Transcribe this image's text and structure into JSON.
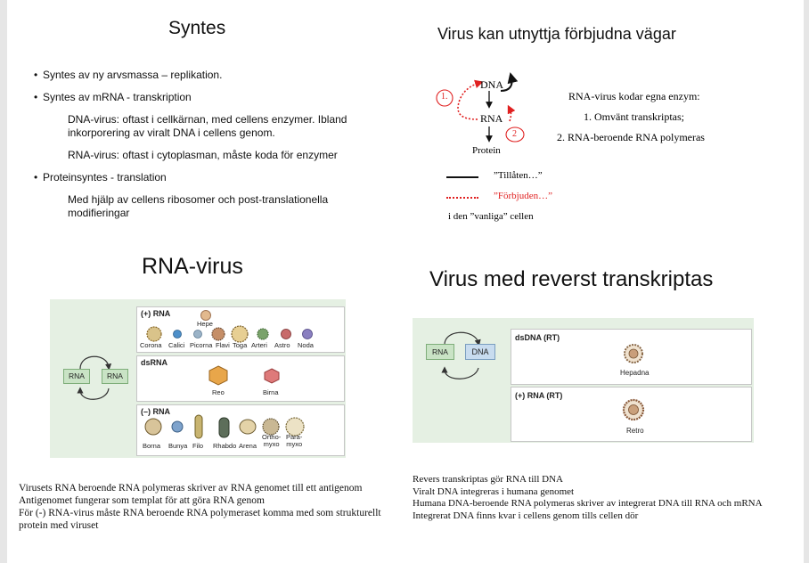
{
  "slide1": {
    "title": "Syntes",
    "bullets": [
      "Syntes av ny arvsmassa – replikation.",
      "Syntes av mRNA - transkription",
      "Proteinsyntes - translation"
    ],
    "sub_dna": "DNA-virus: oftast i cellkärnan, med cellens enzymer. Ibland inkorporering av viralt DNA i cellens genom.",
    "sub_rna": "RNA-virus: oftast i cytoplasman, måste koda för enzymer",
    "sub_translation": "Med hjälp av cellens ribosomer och post-translationella modifieringar"
  },
  "slide2": {
    "title": "Virus kan utnyttja förbjudna vägar",
    "dna": "DNA",
    "rna": "RNA",
    "protein": "Protein",
    "circle1": "1.",
    "circle2": "2",
    "enzyme_heading": "RNA-virus kodar egna enzym:",
    "enzyme1": "1.  Omvänt transkriptas;",
    "enzyme2": "2.   RNA-beroende RNA polymeras",
    "legend_allowed": "”Tillåten…”",
    "legend_forbidden": "”Förbjuden…”",
    "legend_note": "i den ”vanliga” cellen",
    "colors": {
      "forbidden": "#e02020"
    }
  },
  "slide3": {
    "title": "RNA-virus",
    "rna_left": "RNA",
    "rna_right": "RNA",
    "plus_label": "(+) RNA",
    "plus_viruses": [
      "Corona",
      "Calici",
      "Picorna",
      "Flavi",
      "Toga",
      "Arteri",
      "Astro",
      "Noda"
    ],
    "hepe": "Hepe",
    "ds_label": "dsRNA",
    "ds_viruses": [
      "Reo",
      "Birna"
    ],
    "minus_label": "(–) RNA",
    "minus_viruses": [
      "Borna",
      "Bunya",
      "Filo",
      "Rhabdo",
      "Arena",
      "Ortho-\nmyxo",
      "Para-\nmyxo"
    ],
    "caption": [
      "Virusets RNA beroende RNA polymeras skriver av RNA genomet till ett antigenom",
      "Antigenomet fungerar som templat för att göra RNA genom",
      "För (-) RNA-virus måste RNA beroende RNA polymeraset komma med som strukturellt protein med viruset"
    ]
  },
  "slide4": {
    "title": "Virus med reverst transkriptas",
    "rna_box": "RNA",
    "dna_box": "DNA",
    "ds_label": "dsDNA (RT)",
    "ds_virus": "Hepadna",
    "plus_label": "(+) RNA (RT)",
    "plus_virus": "Retro",
    "caption": [
      "Revers transkriptas gör RNA till DNA",
      "Viralt DNA integreras i humana genomet",
      "Humana DNA-beroende RNA polymeras skriver av integrerat DNA till RNA och mRNA",
      "Integrerat DNA finns kvar i cellens genom tills cellen dör"
    ]
  }
}
